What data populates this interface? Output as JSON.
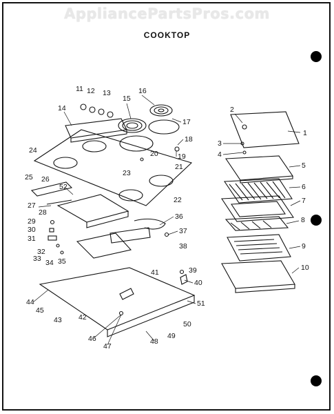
{
  "watermark": "AppliancePartsPros.com",
  "title": "COOKTOP",
  "part_numbers": [
    "1",
    "2",
    "3",
    "4",
    "5",
    "6",
    "7",
    "8",
    "9",
    "10",
    "11",
    "12",
    "13",
    "14",
    "15",
    "16",
    "17",
    "18",
    "19",
    "20",
    "21",
    "22",
    "23",
    "24",
    "25",
    "26",
    "27",
    "28",
    "29",
    "30",
    "31",
    "32",
    "33",
    "34",
    "35",
    "36",
    "37",
    "38",
    "39",
    "40",
    "41",
    "42",
    "43",
    "44",
    "45",
    "46",
    "47",
    "48",
    "49",
    "50",
    "51",
    "52"
  ]
}
